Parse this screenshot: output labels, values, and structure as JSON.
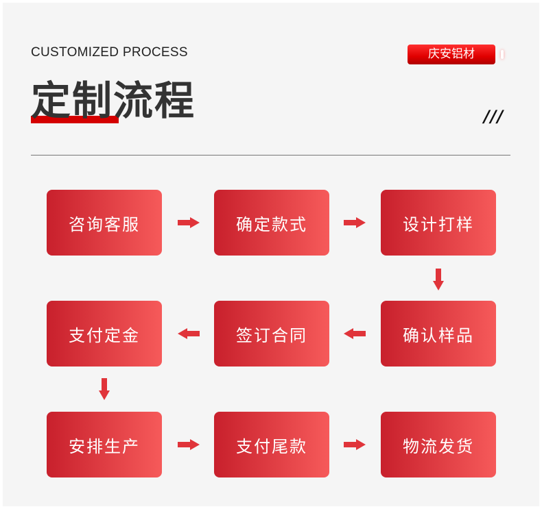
{
  "header": {
    "subtitle": "CUSTOMIZED PROCESS",
    "title_part1": "定制",
    "title_part2": "流程",
    "badge": "庆安铝材",
    "decoration": "///"
  },
  "steps": [
    "咨询客服",
    "确定款式",
    "设计打样",
    "确认样品",
    "签订合同",
    "支付定金",
    "安排生产",
    "支付尾款",
    "物流发货"
  ],
  "colors": {
    "accent": "#d40000",
    "box_start": "#c8202c",
    "box_end": "#f65a5a",
    "arrow": "#e0343a"
  }
}
